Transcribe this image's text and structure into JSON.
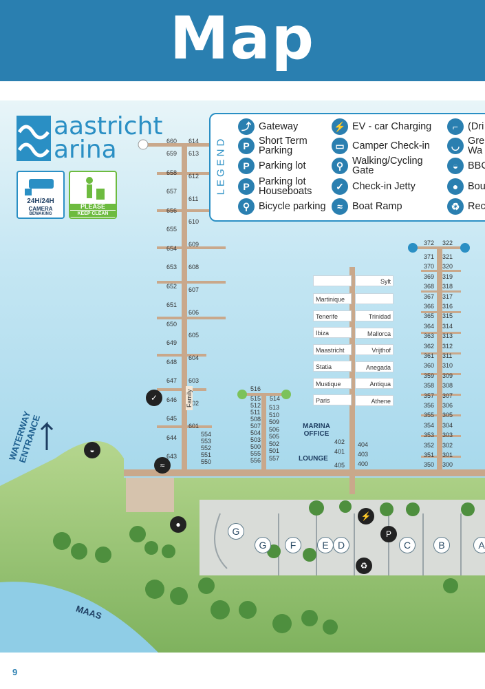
{
  "header": {
    "title": "Map"
  },
  "logo": {
    "line1": "aastricht",
    "line2": "arina"
  },
  "badges": {
    "camera": {
      "text1": "24H/24H",
      "text2": "CAMERA",
      "text3": "BEWAKING"
    },
    "clean": {
      "text1": "PLEASE",
      "text2": "KEEP CLEAN"
    }
  },
  "legend": {
    "heading": "LEGEND",
    "items": [
      {
        "icon": "gateway-icon",
        "glyph": "⤴",
        "label": "Gateway"
      },
      {
        "icon": "short-term-parking-icon",
        "glyph": "P",
        "label": "Short Term\nParking"
      },
      {
        "icon": "parking-icon",
        "glyph": "P",
        "label": "Parking lot"
      },
      {
        "icon": "houseboat-parking-icon",
        "glyph": "P",
        "label": "Parking lot\nHouseboats"
      },
      {
        "icon": "bicycle-icon",
        "glyph": "⚲",
        "label": "Bicycle parking"
      },
      {
        "icon": "ev-charging-icon",
        "glyph": "⚡",
        "label": "EV - car Charging"
      },
      {
        "icon": "camper-icon",
        "glyph": "▭",
        "label": "Camper Check-in"
      },
      {
        "icon": "walking-gate-icon",
        "glyph": "⚲",
        "label": "Walking/Cycling\nGate"
      },
      {
        "icon": "check-in-jetty-icon",
        "glyph": "✓",
        "label": "Check-in Jetty"
      },
      {
        "icon": "boat-ramp-icon",
        "glyph": "≈",
        "label": "Boat Ramp"
      },
      {
        "icon": "drinking-water-icon",
        "glyph": "⌐",
        "label": "(Dri"
      },
      {
        "icon": "grey-water-icon",
        "glyph": "◡",
        "label": "Gre\nWa"
      },
      {
        "icon": "bbq-icon",
        "glyph": "◒",
        "label": "BBC"
      },
      {
        "icon": "boules-icon",
        "glyph": "●",
        "label": "Bou"
      },
      {
        "icon": "recycling-icon",
        "glyph": "♻",
        "label": "Rec"
      }
    ]
  },
  "pier1": {
    "top": [
      "660",
      "614"
    ],
    "left": [
      "659",
      "658",
      "657",
      "656",
      "655",
      "654",
      "653",
      "652",
      "651",
      "650",
      "649",
      "648",
      "647",
      "646",
      "645",
      "644",
      "643"
    ],
    "right": [
      "613",
      "612",
      "611",
      "610",
      "609",
      "608",
      "607",
      "606",
      "605",
      "604",
      "603",
      "602",
      "601"
    ],
    "family": "Family"
  },
  "pier2": {
    "top": [
      "516",
      "514"
    ],
    "left": [
      "515",
      "512",
      "511",
      "508",
      "507",
      "504",
      "503",
      "500",
      "555",
      "556"
    ],
    "right": [
      "513",
      "510",
      "509",
      "506",
      "505",
      "502",
      "501",
      "557"
    ],
    "extra": [
      "554",
      "553",
      "552",
      "551",
      "550"
    ]
  },
  "pier3": {
    "left": [
      "Martinique",
      "Tenerife",
      "Ibiza",
      "Maastricht",
      "Statia",
      "Mustique",
      "Paris"
    ],
    "right": [
      "Sylt",
      "Trinidad",
      "Mallorca",
      "Vrijthof",
      "Anegada",
      "Antiqua",
      "Athene"
    ],
    "numbers": [
      "402",
      "404",
      "401",
      "403",
      "405",
      "400"
    ]
  },
  "pier4": {
    "top": [
      "372",
      "322"
    ],
    "left": [
      "371",
      "370",
      "369",
      "368",
      "367",
      "366",
      "365",
      "364",
      "363",
      "362",
      "361",
      "360",
      "359",
      "358",
      "357",
      "356",
      "355",
      "354",
      "353",
      "352",
      "351",
      "350"
    ],
    "right": [
      "321",
      "320",
      "319",
      "318",
      "317",
      "316",
      "315",
      "314",
      "313",
      "312",
      "311",
      "310",
      "309",
      "308",
      "307",
      "306",
      "305",
      "304",
      "303",
      "302",
      "301",
      "300"
    ]
  },
  "places": {
    "marina_office": "MARINA\nOFFICE",
    "lounge": "LOUNGE",
    "waterway": "WATERWAY\nENTRANCE",
    "maas": "MAAS"
  },
  "parking_letters": [
    "G",
    "G",
    "F",
    "E",
    "D",
    "C",
    "B",
    "A"
  ],
  "page_number": "9",
  "colors": {
    "header": "#2a7fb0",
    "water": "#bfe3f2",
    "grass": "#9cc77a",
    "jetty": "#c9a88b"
  }
}
